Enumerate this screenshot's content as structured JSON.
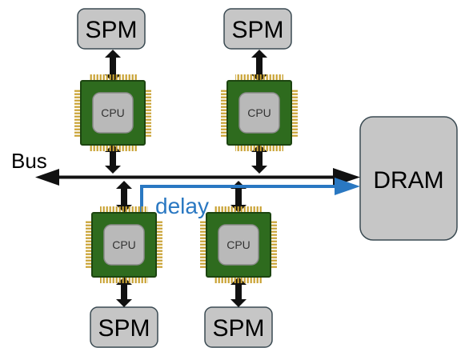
{
  "labels": {
    "spm": "SPM",
    "cpu": "CPU",
    "dram": "DRAM",
    "bus": "Bus",
    "delay": "delay"
  },
  "colors": {
    "box_fill": "#c6c6c6",
    "box_stroke": "#3a4a52",
    "chip_green": "#2e6b1e",
    "chip_green_dark": "#1c4410",
    "chip_inner": "#b9b9b9",
    "pin_gold": "#c9a233",
    "arrow_black": "#111111",
    "delay_blue": "#2a78c2"
  }
}
